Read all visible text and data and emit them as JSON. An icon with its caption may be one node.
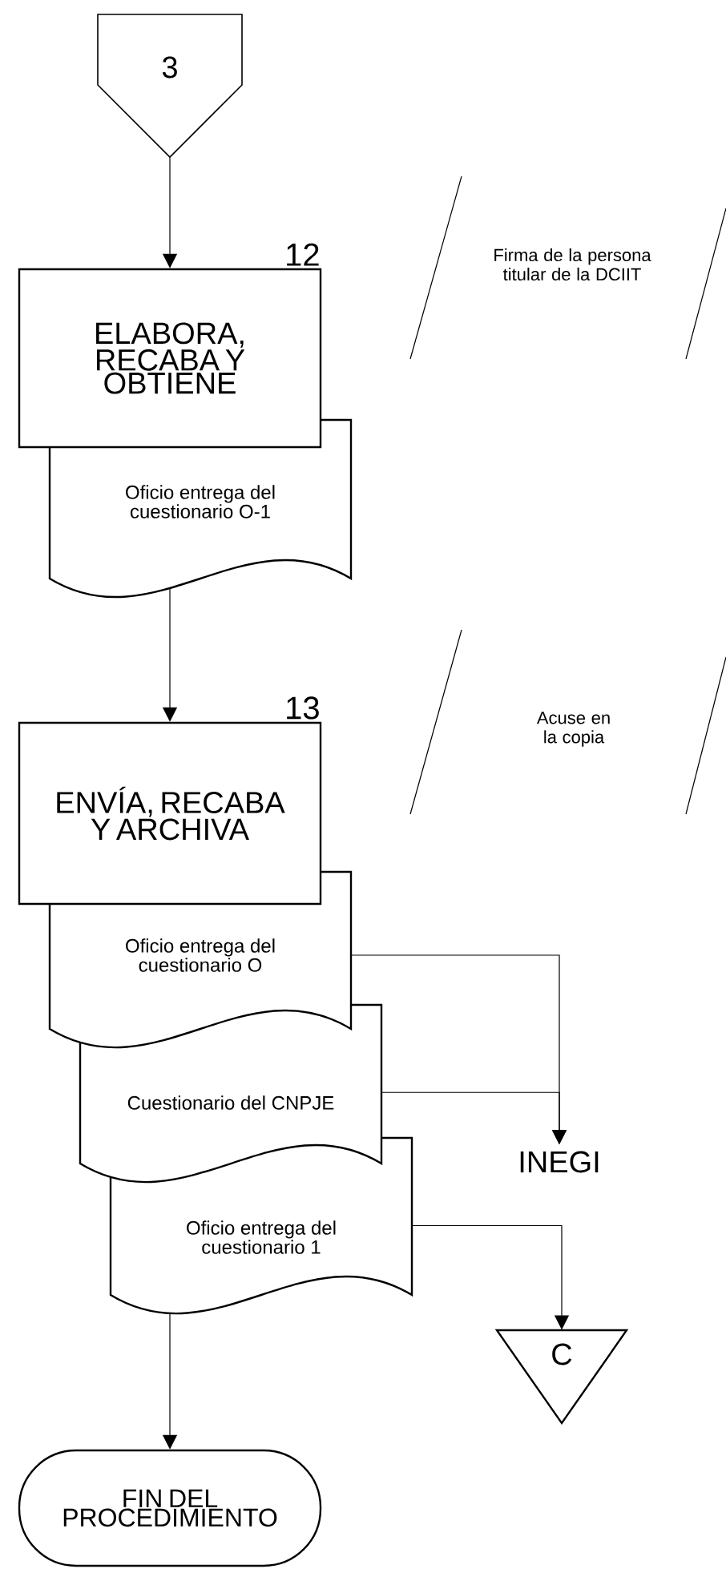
{
  "diagram": {
    "nodes": [
      {
        "text": [
          "3"
        ]
      },
      {
        "text": [
          "ELABORA, RECABA Y OBTIENE"
        ],
        "beside": [
          "12"
        ]
      },
      {
        "text": [
          "Oficio entrega del cuestionario O-1"
        ]
      },
      {
        "text": [
          "Firma de la persona titular de la DCIIT"
        ]
      },
      {
        "text": [
          "ENVÍA, RECABA Y ARCHIVA"
        ],
        "beside": [
          "13"
        ]
      },
      {
        "text": [
          "Oficio entrega del cuestionario O"
        ]
      },
      {
        "text": [
          "Acuse en la copia"
        ]
      },
      {
        "text": [
          "Cuestionario del CNPJE"
        ]
      },
      {
        "text": [
          "Oficio entrega del cuestionario 1"
        ]
      },
      {
        "text": [
          "INEGI"
        ]
      },
      {
        "text": [
          "C"
        ]
      },
      {
        "text": [
          "FIN DEL PROCEDIMIENTO"
        ]
      }
    ],
    "edges": [
      {
        "from": 0,
        "to": 1,
        "arrow": "to"
      },
      {
        "from": 2,
        "to": 4,
        "arrow": "to"
      },
      {
        "from": 5,
        "to": 9,
        "arrow": "to"
      },
      {
        "from": 7,
        "to": 9,
        "arrow": "to"
      },
      {
        "from": 8,
        "to": 10,
        "arrow": "to"
      },
      {
        "from": 8,
        "to": 11,
        "arrow": "to"
      }
    ]
  }
}
